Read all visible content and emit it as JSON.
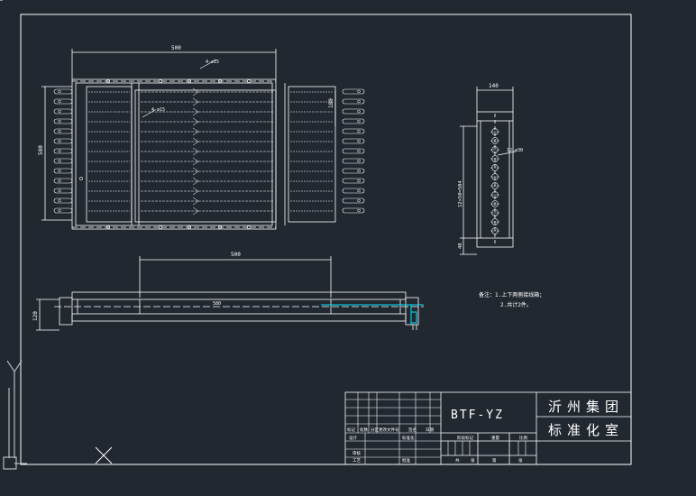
{
  "drawing": {
    "colors": {
      "background": "#212830",
      "line": "#ffffff",
      "accent": "#00e5ff",
      "ucs": "#cfd3d6"
    },
    "top_view": {
      "width_dim": "500",
      "height_dim": "580",
      "right_dim": "180",
      "hole_note_top": "4-∅15",
      "hole_note_mid": "4-∅15"
    },
    "side_view": {
      "width_dim": "140",
      "pitch_dim": "12×50=504",
      "bottom_dim": "40",
      "hole_note": "12-∅30"
    },
    "front_view": {
      "width_dim": "500",
      "height_dim": "120",
      "center_text": "580"
    },
    "notes": {
      "line1": "备注：1.上下两侧接线箱；",
      "line2": "2.共计2件。"
    },
    "title_block": {
      "model": "BTF-YZ",
      "company": "沂州集团",
      "department": "标准化室",
      "cell_labels": {
        "revision": "标记",
        "count": "处数",
        "zone": "分区",
        "change_doc": "更改文件号",
        "signature": "签名",
        "date": "日期",
        "designer": "设计",
        "standardization": "标准化",
        "checker": "审核",
        "process": "工艺",
        "approval": "批准",
        "stage_mark": "阶段标记",
        "weight": "重量",
        "scale": "比例",
        "sheet_total": "共",
        "sheet_no": "第",
        "sheet_unit": "张"
      }
    }
  }
}
